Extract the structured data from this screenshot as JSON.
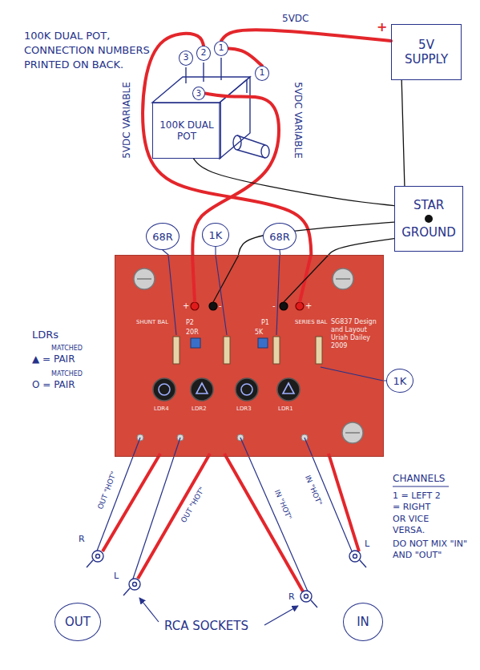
{
  "diagram": {
    "nodes": [
      {
        "text": [
          "100K DUAL POT"
        ]
      },
      {
        "text": [
          "3"
        ]
      },
      {
        "text": [
          "2"
        ]
      },
      {
        "text": [
          "1"
        ]
      },
      {
        "text": [
          "1"
        ]
      },
      {
        "text": [
          "3"
        ]
      },
      {
        "text": [
          "5V SUPPLY"
        ]
      },
      {
        "text": [
          "STAR GROUND"
        ]
      },
      {
        "text": [
          "68R"
        ]
      },
      {
        "text": [
          "1K"
        ]
      },
      {
        "text": [
          "68R"
        ]
      },
      {
        "text": [
          "SG837 Design and Layout Uriah Dailey 2009"
        ]
      },
      {
        "text": [
          "1K"
        ]
      },
      {
        "text": [
          "OUT"
        ]
      },
      {
        "text": [
          "IN"
        ]
      }
    ],
    "edges": [
      {
        "from": 6,
        "to": 3,
        "label": "5VDC",
        "arrow": "none"
      },
      {
        "from": 3,
        "to": 4,
        "arrow": "none"
      },
      {
        "from": 2,
        "to": 11,
        "arrow": "none"
      },
      {
        "from": 5,
        "to": 11,
        "arrow": "none"
      },
      {
        "from": 6,
        "to": 7,
        "arrow": "none"
      },
      {
        "from": 7,
        "to": 0,
        "arrow": "none"
      },
      {
        "from": 7,
        "to": 11,
        "arrow": "none"
      },
      {
        "from": 7,
        "to": 11,
        "arrow": "none"
      },
      {
        "from": 8,
        "to": 11,
        "arrow": "none"
      },
      {
        "from": 9,
        "to": 11,
        "arrow": "none"
      },
      {
        "from": 10,
        "to": 11,
        "arrow": "none"
      },
      {
        "from": 12,
        "to": 11,
        "arrow": "none"
      }
    ],
    "labels": [
      "100K DUAL POT, CONNECTION NUMBERS PRINTED ON BACK.",
      "5VDC VARIABLE",
      "5VDC VARIABLE",
      "+",
      "+",
      "-",
      "-",
      "+",
      "P2",
      "SHUNT BAL",
      "20R",
      "5K",
      "P1",
      "SERIES BAL",
      "LDR4",
      "LDR2",
      "LDR3",
      "LDR1",
      "LDRs",
      "MATCHED",
      "▲ = PAIR",
      "MATCHED",
      "O = PAIR",
      "OUT \"HOT\"",
      "OUT \"HOT\"",
      "IN \"HOT\"",
      "IN \"HOT\"",
      "R",
      "L",
      "R",
      "L",
      "RCA SOCKETS",
      "CHANNELS",
      "1 = LEFT 2 = RIGHT OR VICE VERSA.",
      "DO NOT MIX \"IN\" AND \"OUT\""
    ]
  }
}
